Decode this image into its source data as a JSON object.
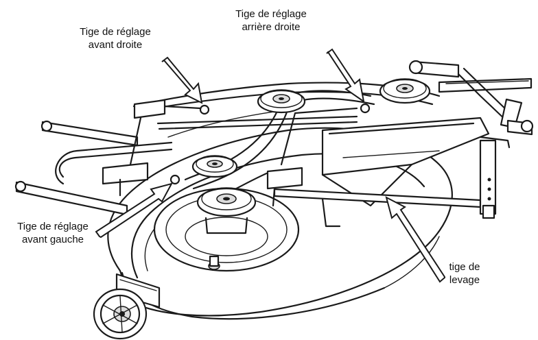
{
  "labels": {
    "front_right": {
      "line1": "Tige de réglage",
      "line2": "avant droite"
    },
    "rear_right": {
      "line1": "Tige de réglage",
      "line2": "arrière droite"
    },
    "front_left": {
      "line1": "Tige de réglage",
      "line2": "avant gauche"
    },
    "lift_rod": {
      "line1": "tige de",
      "line2": "levage"
    }
  },
  "icons": [
    "mower-deck-drawing",
    "pulley-icon",
    "gauge-wheel-icon",
    "pointer-arrow-icon"
  ]
}
